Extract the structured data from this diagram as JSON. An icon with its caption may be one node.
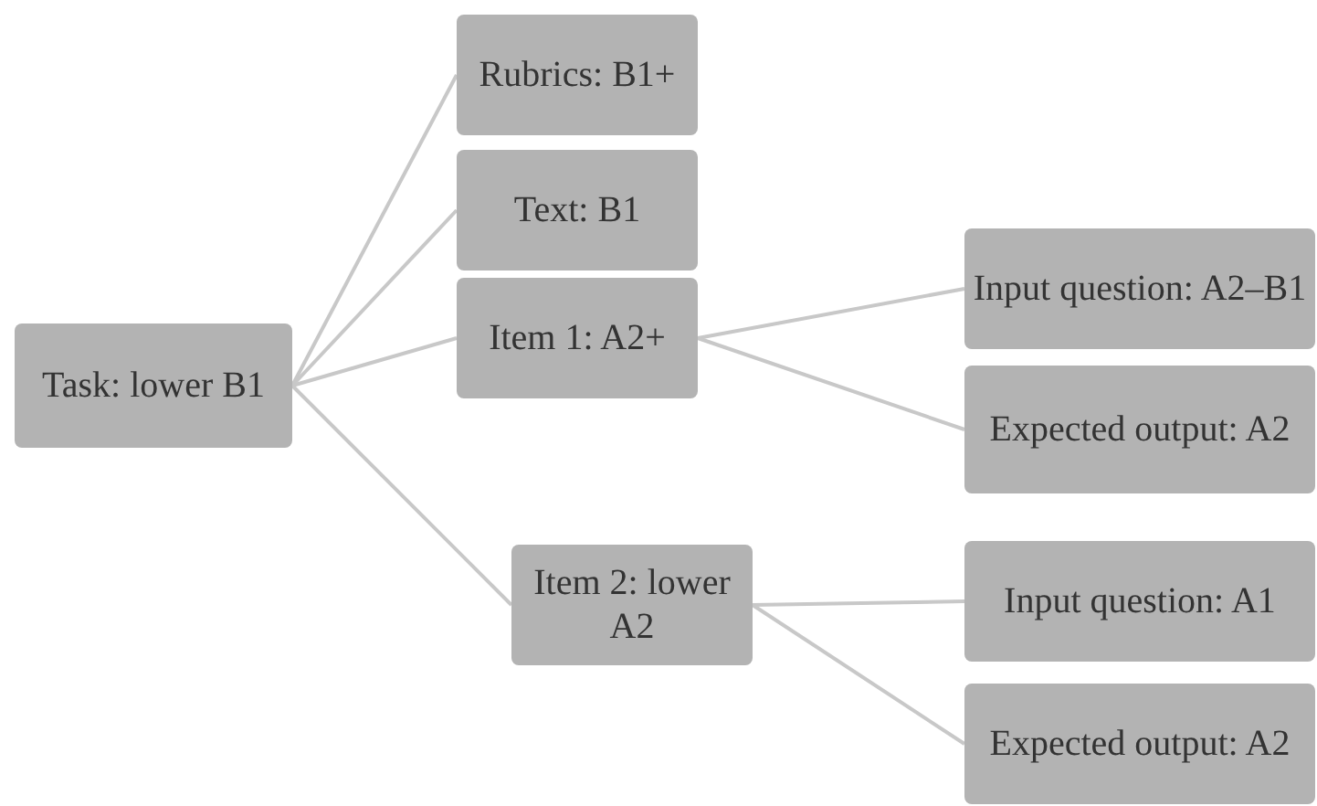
{
  "diagram": {
    "nodes": [
      {
        "text": [
          "Task: lower B1"
        ]
      },
      {
        "text": [
          "Rubrics: B1+"
        ]
      },
      {
        "text": [
          "Text: B1"
        ]
      },
      {
        "text": [
          "Item 1: A2+"
        ]
      },
      {
        "text": [
          "Input question: A2–B1"
        ]
      },
      {
        "text": [
          "Expected output: A2"
        ]
      },
      {
        "text": [
          "Item 2: lower A2"
        ]
      },
      {
        "text": [
          "Input question: A1"
        ]
      },
      {
        "text": [
          "Expected output: A2"
        ]
      }
    ],
    "edges": [
      {
        "from": 0,
        "to": 1,
        "arrow": "none"
      },
      {
        "from": 0,
        "to": 2,
        "arrow": "none"
      },
      {
        "from": 0,
        "to": 3,
        "arrow": "none"
      },
      {
        "from": 0,
        "to": 6,
        "arrow": "none"
      },
      {
        "from": 3,
        "to": 4,
        "arrow": "none"
      },
      {
        "from": 3,
        "to": 5,
        "arrow": "none"
      },
      {
        "from": 6,
        "to": 7,
        "arrow": "none"
      },
      {
        "from": 6,
        "to": 8,
        "arrow": "none"
      }
    ]
  }
}
